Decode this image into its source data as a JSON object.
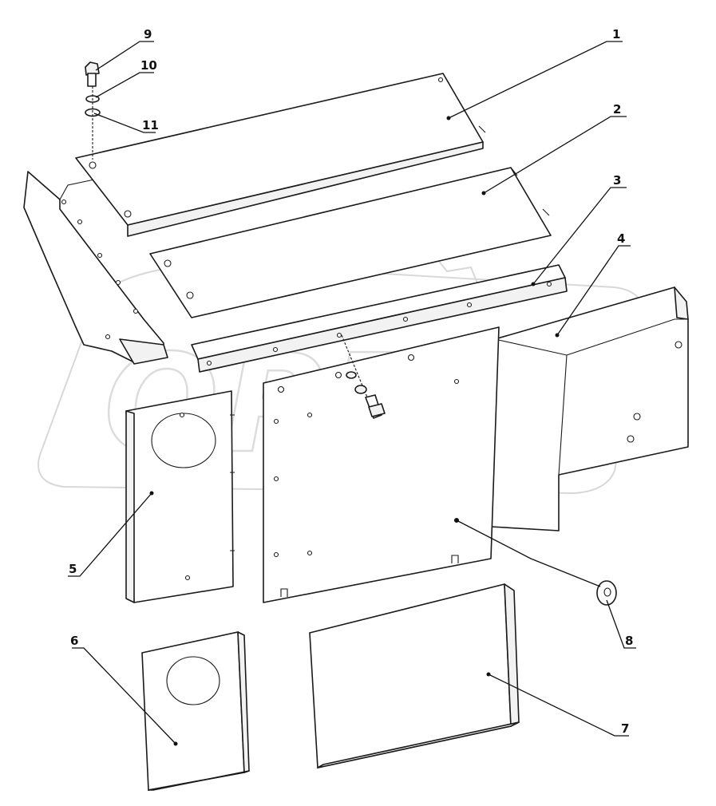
{
  "watermark": {
    "text": "OPEX"
  },
  "callouts": [
    {
      "id": "1",
      "label": "1"
    },
    {
      "id": "2",
      "label": "2"
    },
    {
      "id": "3",
      "label": "3"
    },
    {
      "id": "4",
      "label": "4"
    },
    {
      "id": "5",
      "label": "5"
    },
    {
      "id": "6",
      "label": "6"
    },
    {
      "id": "7",
      "label": "7"
    },
    {
      "id": "8",
      "label": "8"
    },
    {
      "id": "9",
      "label": "9"
    },
    {
      "id": "10",
      "label": "10"
    },
    {
      "id": "11",
      "label": "11"
    }
  ],
  "colors": {
    "line": "#1a1a1a",
    "watermark": "#d8d8d8",
    "background": "#ffffff"
  }
}
